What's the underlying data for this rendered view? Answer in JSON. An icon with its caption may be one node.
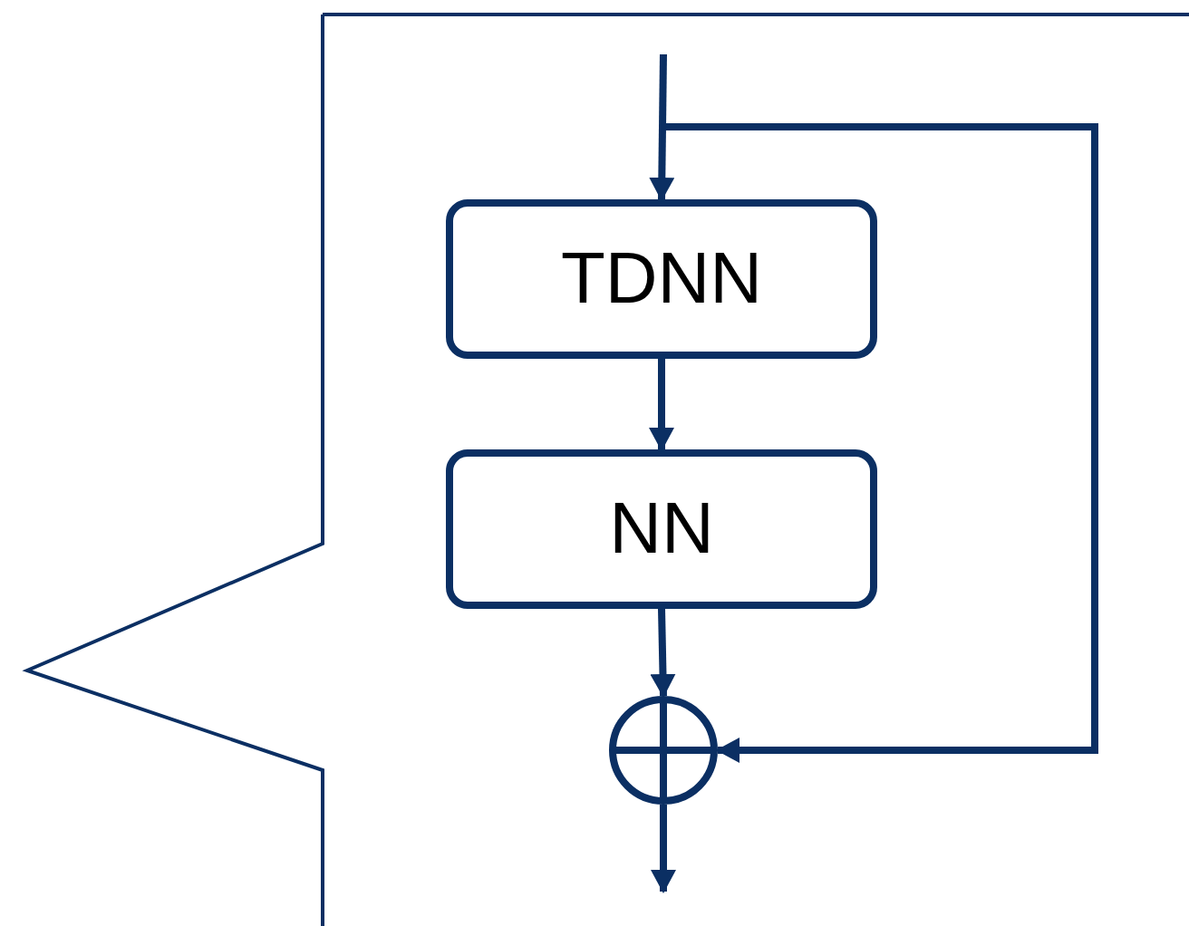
{
  "diagram": {
    "nodes": [
      {
        "text": [],
        "shape": "callout"
      },
      {
        "text": [
          "TDNN"
        ],
        "in": 0
      },
      {
        "text": [
          "NN"
        ],
        "in": 0
      },
      {
        "text": [],
        "shape": "circle",
        "in": 0
      }
    ],
    "edges": [
      {
        "from": null,
        "to": 1,
        "arrow": "to"
      },
      {
        "from": 1,
        "to": 2,
        "arrow": "to"
      },
      {
        "from": 2,
        "to": 3,
        "arrow": "to"
      },
      {
        "from": 3,
        "to": null,
        "arrow": "to"
      },
      {
        "from": null,
        "to": 3,
        "arrow": "to"
      }
    ]
  }
}
